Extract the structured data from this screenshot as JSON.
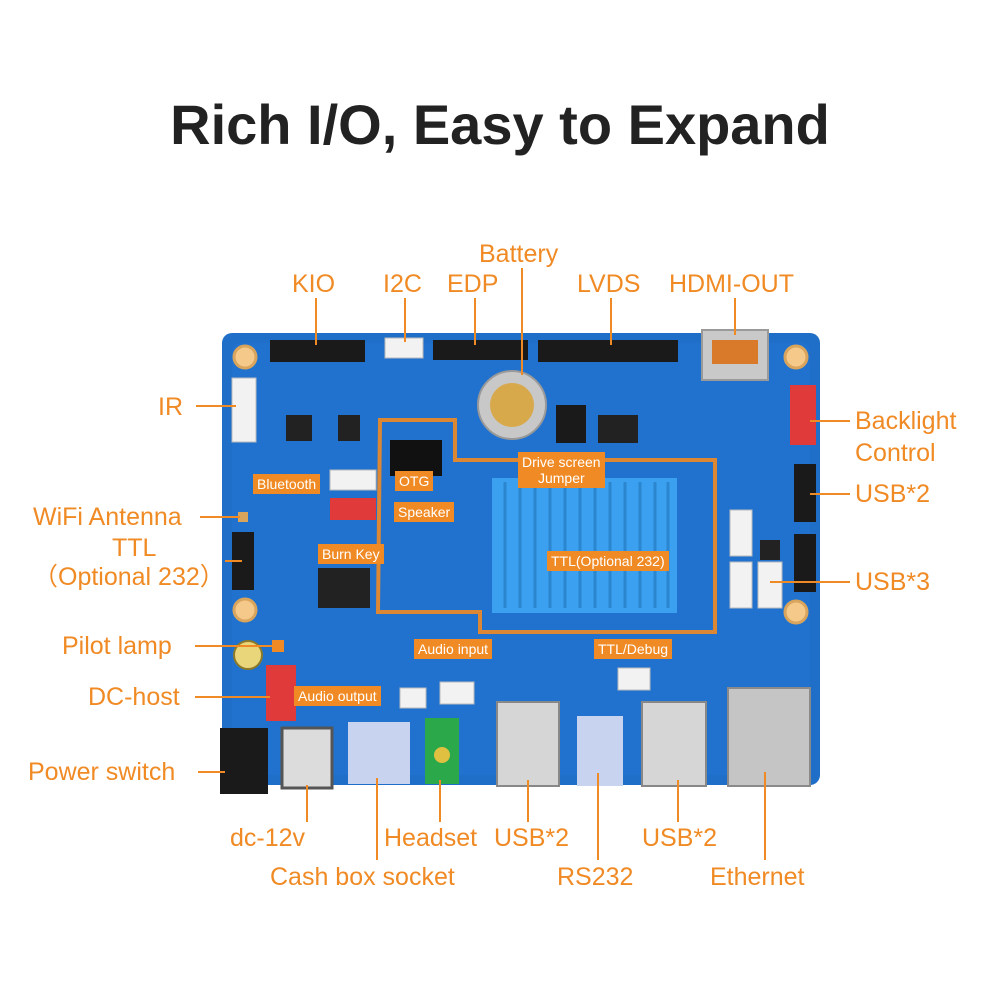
{
  "title": "Rich I/O, Easy to Expand",
  "colors": {
    "accent": "#f08a24",
    "board": "#1f6fc9",
    "board_dark": "#1557a6",
    "heatsink": "#3aa0ef",
    "title": "#222222"
  },
  "callouts": {
    "kio": "KIO",
    "i2c": "I2C",
    "edp": "EDP",
    "battery": "Battery",
    "lvds": "LVDS",
    "hdmi_out": "HDMI-OUT",
    "ir": "IR",
    "backlight_control_1": "Backlight",
    "backlight_control_2": "Control",
    "usb2_right": "USB*2",
    "wifi_antenna": "WiFi Antenna",
    "ttl_1": "TTL",
    "ttl_2": "（Optional 232）",
    "usb3_right": "USB*3",
    "pilot_lamp": "Pilot lamp",
    "dc_host": "DC-host",
    "power_switch": "Power switch",
    "dc_12v": "dc-12v",
    "cash_box_socket": "Cash box socket",
    "headset": "Headset",
    "usb2_bottom_left": "USB*2",
    "rs232": "RS232",
    "usb2_bottom_right": "USB*2",
    "ethernet": "Ethernet"
  },
  "board_labels": {
    "bluetooth": "Bluetooth",
    "otg": "OTG",
    "speaker": "Speaker",
    "burn_key": "Burn Key",
    "drive_screen_1": "Drive screen",
    "drive_screen_2": "Jumper",
    "ttl_optional": "TTL(Optional 232)",
    "audio_input": "Audio input",
    "ttl_debug": "TTL/Debug",
    "audio_output": "Audio output"
  }
}
